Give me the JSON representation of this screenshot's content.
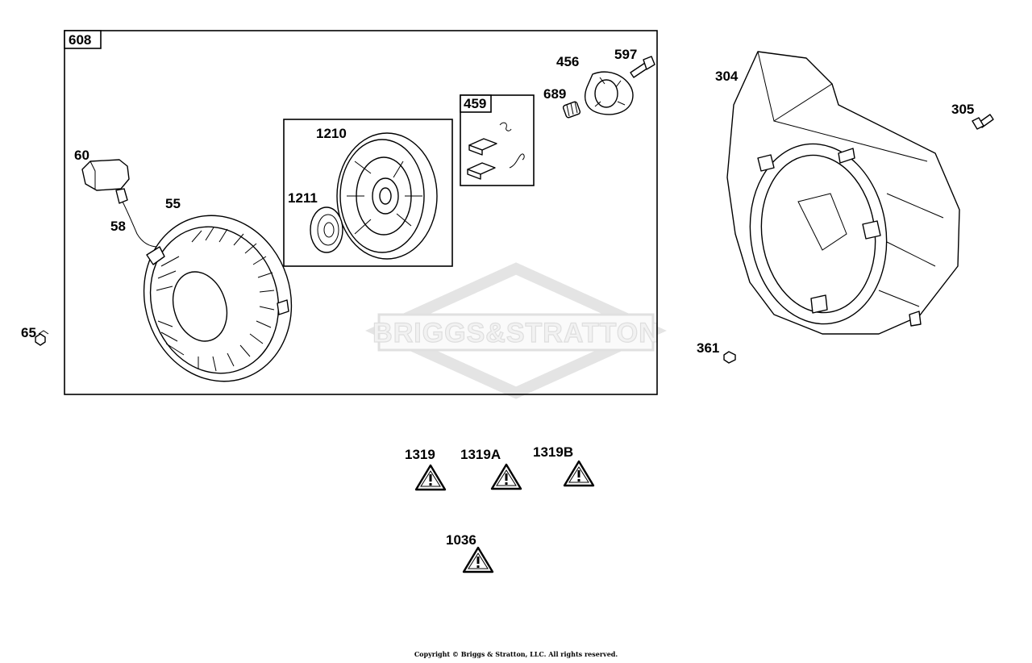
{
  "boxes": {
    "kit_608": "608",
    "kit_459": "459"
  },
  "labels": {
    "p60": "60",
    "p55": "55",
    "p58": "58",
    "p65": "65",
    "p1210": "1210",
    "p1211": "1211",
    "p456": "456",
    "p597": "597",
    "p689": "689",
    "p304": "304",
    "p305": "305",
    "p361": "361",
    "p1319": "1319",
    "p1319A": "1319A",
    "p1319B": "1319B",
    "p1036": "1036"
  },
  "watermark": "BRIGGS&STRATTON",
  "copyright": "Copyright © Briggs & Stratton, LLC. All rights reserved.",
  "icons": {
    "warning": "warning-triangle-icon"
  }
}
